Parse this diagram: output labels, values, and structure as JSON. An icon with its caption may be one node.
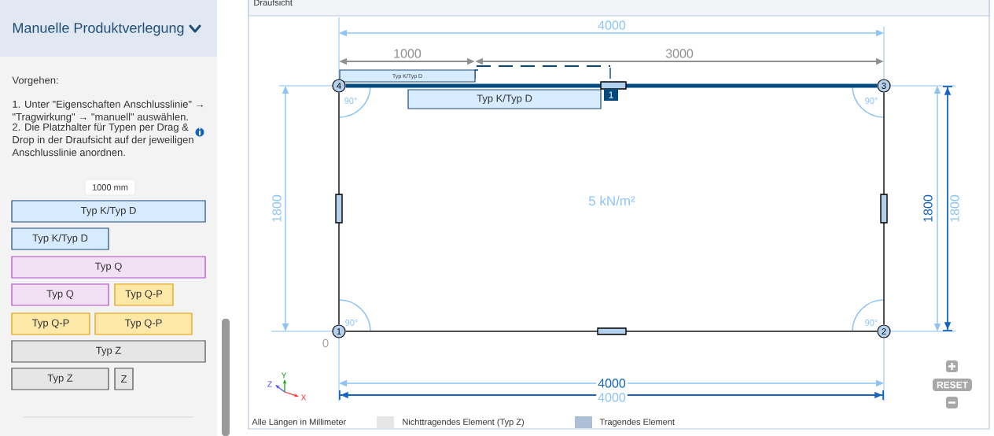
{
  "diagram": {
    "title": "Manuelle Produktverlegung",
    "nodes": [
      {
        "text": [
          "Typ K/Typ D"
        ]
      },
      {
        "text": [
          "Typ K/Typ D"
        ]
      },
      {
        "text": [
          "Typ Q"
        ]
      },
      {
        "text": [
          "Typ Q"
        ]
      },
      {
        "text": [
          "Typ Q-P"
        ]
      },
      {
        "text": [
          "Typ Q-P"
        ]
      },
      {
        "text": [
          "Typ Q-P"
        ]
      },
      {
        "text": [
          "Typ Z"
        ]
      },
      {
        "text": [
          "Typ Z"
        ]
      },
      {
        "text": [
          "Z"
        ]
      },
      {
        "text": [
          "Typ K/Typ D"
        ]
      },
      {
        "text": [
          "Typ K/Typ D"
        ]
      },
      {
        "text": [
          "4"
        ]
      },
      {
        "text": [
          "3"
        ]
      },
      {
        "text": [
          "1"
        ]
      },
      {
        "text": [
          "2"
        ]
      }
    ],
    "edges": [
      {
        "from": 12,
        "to": 13,
        "arrow": "none",
        "style": "thick",
        "color": "#004a80"
      },
      {
        "from": 13,
        "to": 15,
        "arrow": "none"
      },
      {
        "from": 15,
        "to": 14,
        "arrow": "none"
      },
      {
        "from": 14,
        "to": 12,
        "arrow": "none"
      }
    ],
    "labels": [
      "Vorgehen:",
      "1. Unter \"Eigenschaften Anschlusslinie\" → \"Tragwirkung\" → \"manuell\" auswählen.",
      "2. Die Platzhalter für Typen per Drag & Drop in der Draufsicht auf der jeweiligen Anschlusslinie anordnen.",
      "1000 mm",
      "Draufsicht",
      "4000",
      "1000",
      "3000",
      "1",
      "90°",
      "90°",
      "1800",
      "5 kN/m²",
      "1800",
      "1800",
      "90°",
      "90°",
      "0",
      "Y",
      "Z",
      "4000",
      "RESET",
      "X",
      "4000",
      "Alle Längen in Millimeter"
    ],
    "legend": [
      {
        "text": "Nichttragendes Element (Typ Z)",
        "color": "#e6e6e6"
      },
      {
        "text": "Tragendes Element",
        "color": "#adbfd6"
      }
    ]
  }
}
